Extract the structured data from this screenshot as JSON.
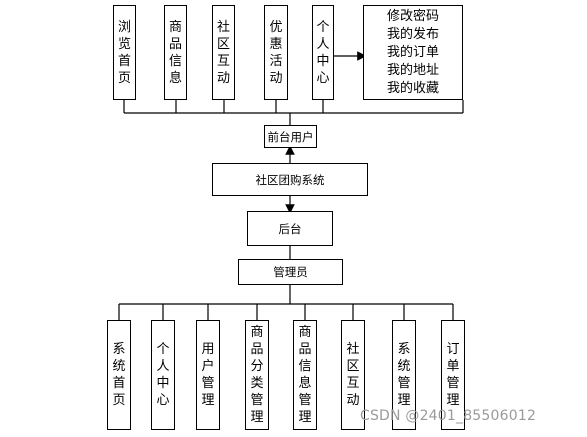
{
  "top_modules": [
    {
      "id": "browse-home",
      "label": "浏览首页"
    },
    {
      "id": "product-info",
      "label": "商品信息"
    },
    {
      "id": "community-interaction",
      "label": "社区互动"
    },
    {
      "id": "promotions",
      "label": "优惠活动"
    },
    {
      "id": "personal-center",
      "label": "个人中心"
    }
  ],
  "personal_center_details": [
    "修改密码",
    "我的发布",
    "我的订单",
    "我的地址",
    "我的收藏"
  ],
  "front_user": "前台用户",
  "system": "社区团购系统",
  "backend": "后台",
  "admin": "管理员",
  "admin_modules": [
    {
      "id": "system-home",
      "label": "系统首页"
    },
    {
      "id": "personal-center",
      "label": "个人中心"
    },
    {
      "id": "user-management",
      "label": "用户管理"
    },
    {
      "id": "category-management",
      "label": "商品分类管理"
    },
    {
      "id": "product-info-management",
      "label": "商品信息管理"
    },
    {
      "id": "community-interaction",
      "label": "社区互动"
    },
    {
      "id": "system-management",
      "label": "系统管理"
    },
    {
      "id": "order-management",
      "label": "订单管理"
    }
  ],
  "watermark": "CSDN @2401_85506012"
}
